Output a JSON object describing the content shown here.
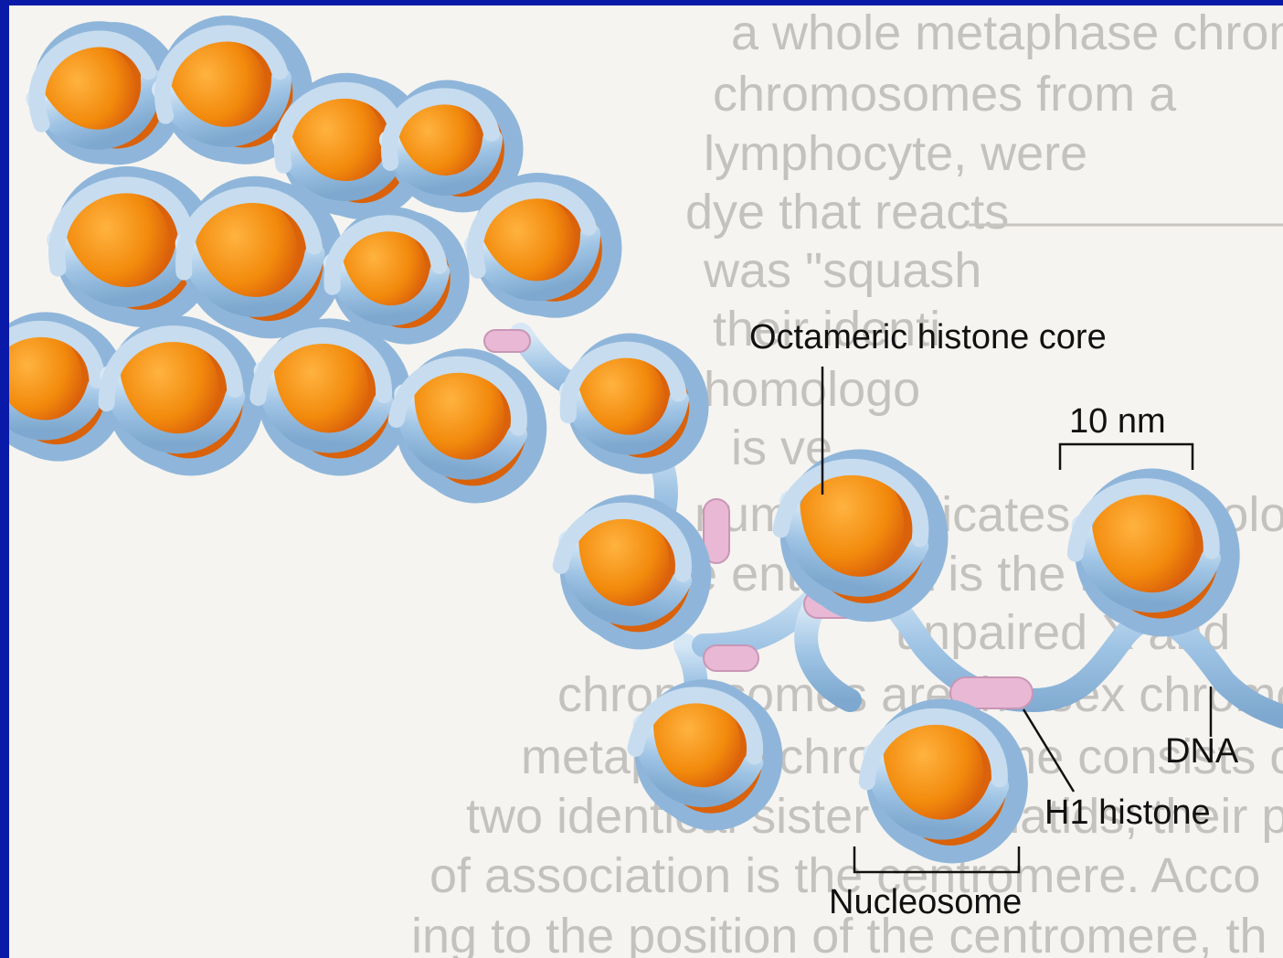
{
  "labels": {
    "core": "Octameric histone core",
    "scale": "10 nm",
    "dna": "DNA",
    "h1": "H1 histone",
    "nucleosome": "Nucleosome"
  },
  "background_text": [
    "a whole metaphase chromosome",
    "chromosomes from a",
    "lymphocyte, were",
    "dye that reacts",
    "was \"squash",
    "their identi",
    "homologo",
    "is ve",
    "number indicates a homolo-",
    "the entire set is the karyo",
    "unpaired X and",
    "chromosomes are the sex chromosome",
    "metaphase chromosome consists of",
    "two identical sister chromatids; their poi",
    "of association is the centromere. Acco",
    "ing to the position of the centromere, th"
  ],
  "colors": {
    "frame": "#0a1aa8",
    "paper": "#f6f4f0",
    "dna": "#9ec3e4",
    "core": "#f28a0c",
    "h1": "#e8b8d4"
  }
}
